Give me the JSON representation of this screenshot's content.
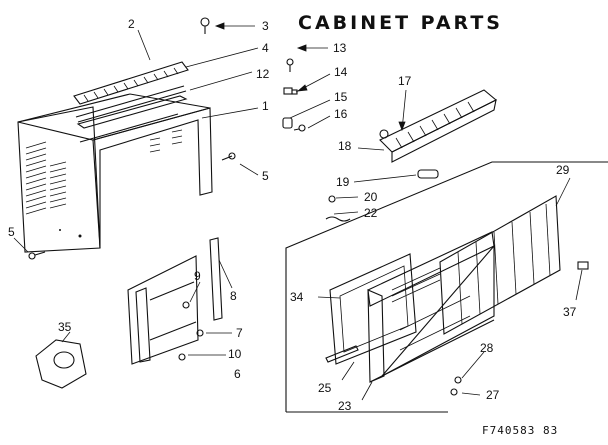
{
  "title": "CABINET PARTS",
  "figure_code": "F740583  83",
  "callouts": [
    "1",
    "2",
    "3",
    "4",
    "5",
    "5",
    "6",
    "7",
    "8",
    "9",
    "10",
    "12",
    "13",
    "14",
    "15",
    "16",
    "17",
    "18",
    "19",
    "20",
    "22",
    "23",
    "25",
    "27",
    "28",
    "29",
    "34",
    "35",
    "37"
  ]
}
